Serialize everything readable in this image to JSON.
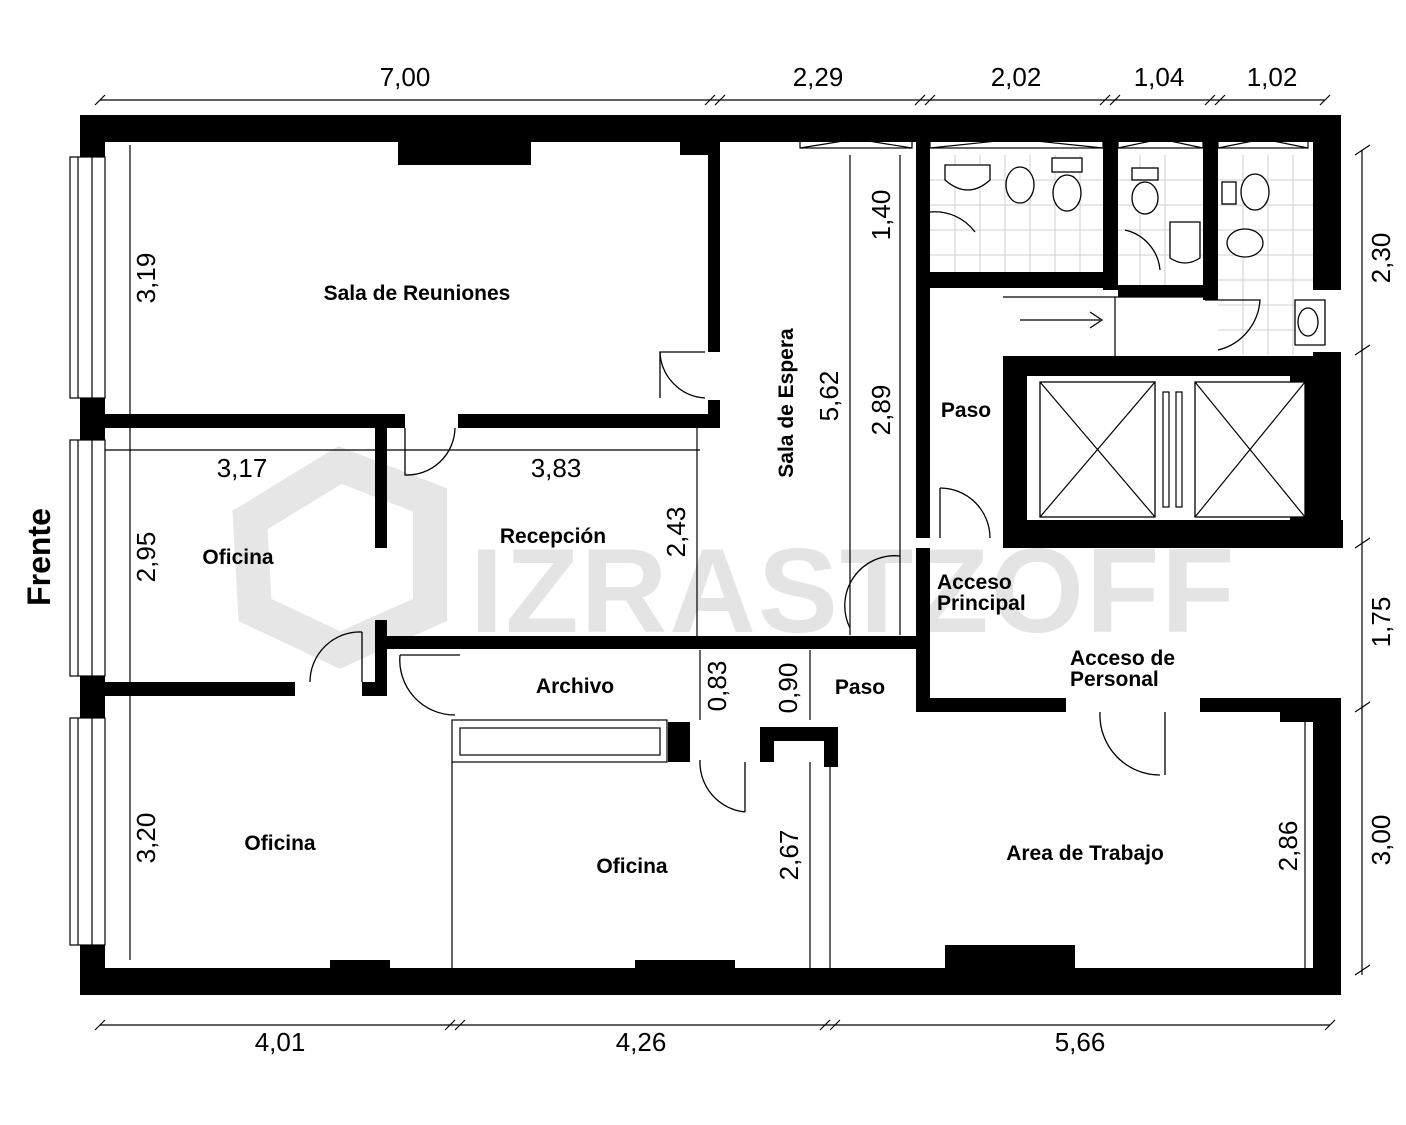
{
  "plan": {
    "front_label": "Frente",
    "watermark": "IZRASTZOFF",
    "rooms": {
      "sala_reuniones": "Sala de Reuniones",
      "sala_espera": "Sala de Espera",
      "paso_upper": "Paso",
      "oficina_1": "Oficina",
      "recepcion": "Recepción",
      "acceso_principal_1": "Acceso",
      "acceso_principal_2": "Principal",
      "acceso_personal_1": "Acceso de",
      "acceso_personal_2": "Personal",
      "archivo": "Archivo",
      "paso_lower": "Paso",
      "oficina_2": "Oficina",
      "oficina_3": "Oficina",
      "area_trabajo": "Area de Trabajo"
    },
    "dims": {
      "top_700": "7,00",
      "top_229": "2,29",
      "top_202": "2,02",
      "top_104": "1,04",
      "top_102": "1,02",
      "bot_401": "4,01",
      "bot_426": "4,26",
      "bot_566": "5,66",
      "right_230": "2,30",
      "right_175": "1,75",
      "right_300": "3,00",
      "in_319": "3,19",
      "in_295": "2,95",
      "in_320": "3,20",
      "in_317": "3,17",
      "in_383": "3,83",
      "in_243": "2,43",
      "in_562": "5,62",
      "in_140": "1,40",
      "in_289": "2,89",
      "in_083": "0,83",
      "in_090": "0,90",
      "in_267": "2,67",
      "in_286": "2,86"
    }
  }
}
